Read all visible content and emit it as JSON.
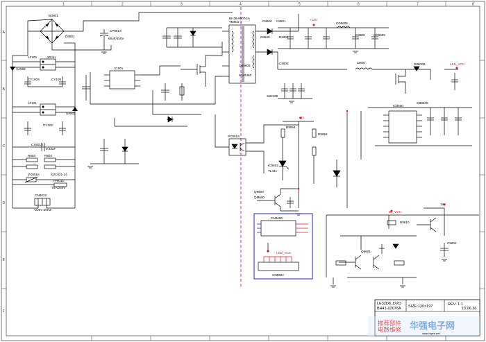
{
  "border": {
    "columns": [
      "1",
      "2",
      "3",
      "4",
      "5",
      "6",
      "7",
      "8"
    ],
    "rows": [
      "A",
      "B",
      "C",
      "D",
      "E",
      "F"
    ]
  },
  "labels": {
    "bd801": "BD801",
    "d8801": "D8801",
    "cp801": "CP801S",
    "cp801v": "68uF/450V",
    "lf100": "LF100",
    "lf100v": "20mH",
    "cy100": "CY100S",
    "cy106": "CY106",
    "sa802": "SA802",
    "sa801": "SA801",
    "lf101": "LF101",
    "cy102": "CY102",
    "cx801": "CX801S",
    "cx801v": "0.33uF",
    "r803": "R803",
    "r804": "R804",
    "vx801": "VX801S",
    "fp801": "FP801S",
    "svc": "SVC621-14",
    "fuse": "T5A/250V",
    "cn801": "CN801S",
    "cn801v": "~220V 50HZ",
    "ic801": "IC801",
    "t801": "TM801-1",
    "t801b": "BH26-9007GA",
    "c8600": "C8600",
    "c8601": "C8601",
    "d8600": "D8600",
    "d8601": "D8601",
    "cd8606": "CD8606",
    "cd8609": "CD8609",
    "c8603": "C8603",
    "c8609": "C8609",
    "v12": "+12V",
    "v5": "+5V",
    "cb8603": "CB8603",
    "cb8609": "CB8609",
    "l8601": "L8601",
    "d8600b": "D8600B",
    "ic8600": "IC8600",
    "ledvcc": "LED_VCC",
    "r8654": "R8654",
    "q8600": "Q8600",
    "pc801": "PC801S",
    "tl431": "TL431",
    "ic8602": "IC8602",
    "r8658": "R8658",
    "v12b": "+12V",
    "qm600": "QM600",
    "cn8600": "CN8600",
    "cn8602": "CN8602",
    "ledvcc2": "LED_VCC",
    "blvcc": "BL_VCC",
    "v3": "12V",
    "r8610": "R8610",
    "c8602": "C8602",
    "q8601": "Q8601",
    "mur": "MUR460",
    "sb": "SB2100"
  },
  "title_block": {
    "model": "LE32D8_DVD",
    "part_number": "BH41-02076A",
    "size": "SIZE:130×197",
    "rev": "REV: 1.1",
    "date": "13.06.26"
  },
  "watermark": {
    "site_cn": "华强电子网",
    "site_en": "www.hqew.net",
    "badge": "电路维修",
    "badge2": "推荐部件"
  },
  "colors": {
    "wire": "#000000",
    "grid": "#555555",
    "red": "#e0101a",
    "blue": "#1a22d0",
    "magenta": "#b000b0",
    "green": "#0a8a3a"
  }
}
